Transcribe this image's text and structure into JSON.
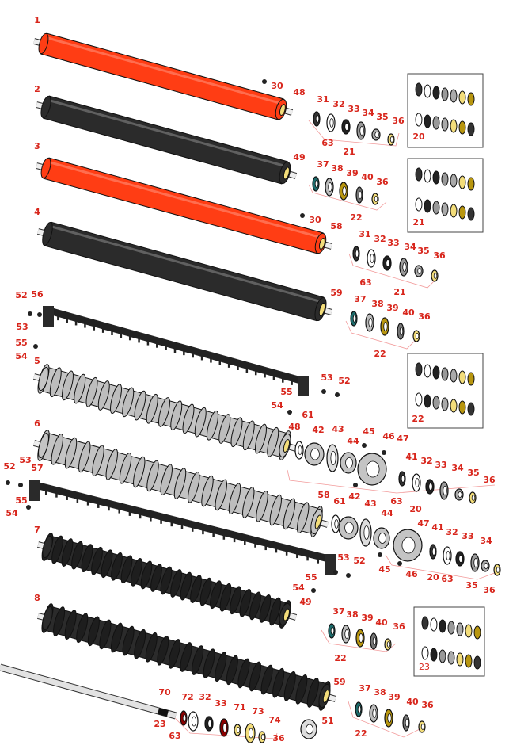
{
  "diagram": {
    "title": "Roller and bearing assembly exploded view",
    "colors": {
      "callout": "#d8261c",
      "orange_roller": "#ff3d14",
      "black_roller": "#2b2b2b",
      "grooved_roller": "#c4c4c4",
      "leader": "#f29a9a"
    },
    "callouts": [
      "1",
      "30",
      "48",
      "31",
      "32",
      "33",
      "34",
      "35",
      "36",
      "63",
      "21",
      "2",
      "49",
      "37",
      "38",
      "39",
      "40",
      "36",
      "22",
      "3",
      "30",
      "58",
      "31",
      "32",
      "33",
      "34",
      "35",
      "36",
      "63",
      "21",
      "4",
      "52",
      "56",
      "53",
      "55",
      "54",
      "5",
      "59",
      "37",
      "38",
      "39",
      "40",
      "36",
      "22",
      "53",
      "52",
      "55",
      "54",
      "61",
      "6",
      "48",
      "42",
      "43",
      "44",
      "45",
      "46",
      "47",
      "52",
      "53",
      "57",
      "55",
      "54",
      "41",
      "32",
      "33",
      "34",
      "35",
      "36",
      "63",
      "20",
      "58",
      "61",
      "42",
      "43",
      "44",
      "47",
      "41",
      "32",
      "33",
      "34",
      "7",
      "53",
      "52",
      "45",
      "46",
      "20",
      "63",
      "35",
      "36",
      "55",
      "54",
      "49",
      "8",
      "37",
      "38",
      "39",
      "40",
      "36",
      "22",
      "59",
      "70",
      "72",
      "32",
      "33",
      "71",
      "73",
      "74",
      "23",
      "63",
      "36",
      "51",
      "37",
      "38",
      "39",
      "40",
      "36",
      "22"
    ],
    "insets": [
      "20",
      "21",
      "22",
      "23"
    ]
  }
}
